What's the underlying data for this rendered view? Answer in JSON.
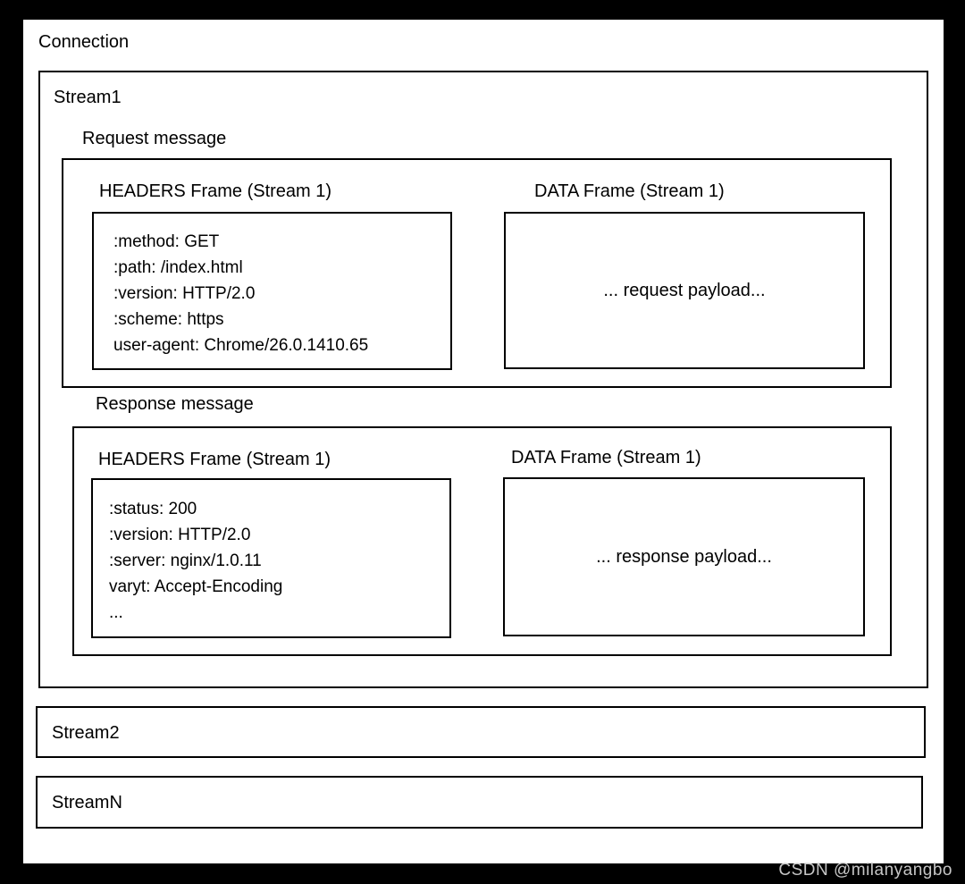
{
  "connection": {
    "label": "Connection"
  },
  "stream1": {
    "label": "Stream1",
    "request": {
      "label": "Request message",
      "headers_frame": {
        "title": "HEADERS Frame (Stream 1)",
        "lines": [
          ":method: GET",
          ":path: /index.html",
          ":version: HTTP/2.0",
          ":scheme: https",
          "user-agent: Chrome/26.0.1410.65"
        ]
      },
      "data_frame": {
        "title": "DATA Frame (Stream 1)",
        "payload": "... request payload..."
      }
    },
    "response": {
      "label": "Response message",
      "headers_frame": {
        "title": "HEADERS Frame (Stream 1)",
        "lines": [
          ":status: 200",
          ":version: HTTP/2.0",
          ":server: nginx/1.0.11",
          "varyt: Accept-Encoding",
          "..."
        ]
      },
      "data_frame": {
        "title": "DATA Frame (Stream 1)",
        "payload": "... response payload..."
      }
    }
  },
  "stream2": {
    "label": "Stream2"
  },
  "streamN": {
    "label": "StreamN"
  },
  "watermark": {
    "text": "CSDN @milanyangbo"
  },
  "colors": {
    "page_background": "#000000",
    "canvas_background": "#ffffff",
    "line": "#000000",
    "watermark_text": "#c6c6c6"
  }
}
